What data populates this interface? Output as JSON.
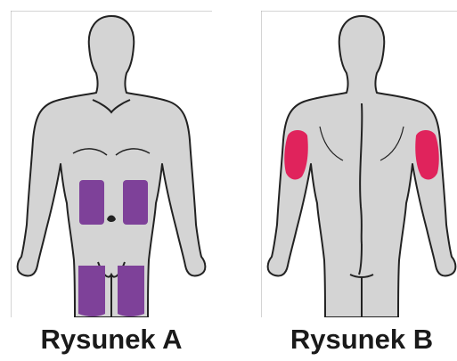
{
  "figures": [
    {
      "caption": "Rysunek A",
      "view": "front",
      "highlight_regions": [
        "abdomen-left",
        "abdomen-right",
        "thigh-left",
        "thigh-right"
      ],
      "highlight_color": "#7e4199"
    },
    {
      "caption": "Rysunek B",
      "view": "back",
      "highlight_regions": [
        "upper-arm-left",
        "upper-arm-right"
      ],
      "highlight_color": "#e0235c"
    }
  ],
  "colors": {
    "body_fill": "#d4d4d4",
    "outline": "#222222",
    "frame": "#aaaaaa"
  }
}
